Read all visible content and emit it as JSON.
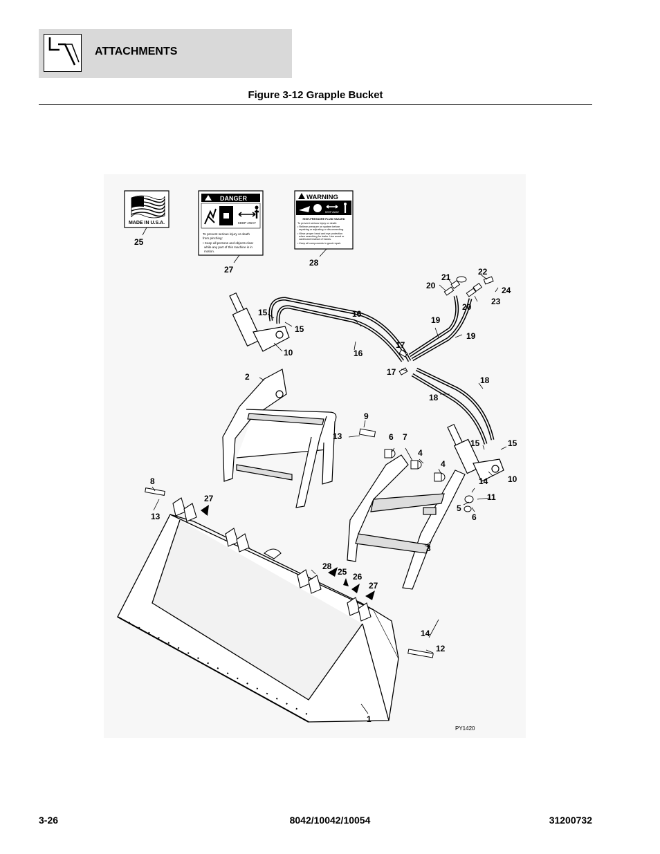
{
  "header": {
    "section_title": "ATTACHMENTS"
  },
  "figure": {
    "title": "Figure 3-12 Grapple Bucket",
    "ref_code": "PY1420",
    "decals": {
      "flag": {
        "text": "MADE IN U.S.A."
      },
      "danger": {
        "heading": "DANGER",
        "keep_away": "KEEP AWAY",
        "lines": [
          "To prevent serious injury or death",
          "from pinching:",
          "• Keep all persons and objects clear",
          "while any part of this machine is in",
          "motion."
        ]
      },
      "warning": {
        "heading": "WARNING",
        "keep_away": "KEEP AWAY",
        "subheading": "HIGH-PRESSURE FLUID HAZARD",
        "lines": [
          "To prevent serious injury or death:",
          "• Relieve pressure on system before",
          "repairing or adjusting or disconnecting.",
          "• Wear proper hand and eye protection",
          "when searching for leaks. Use wood or",
          "cardboard instead of hands.",
          "• Keep all components in good repair."
        ]
      }
    },
    "callouts": [
      "25",
      "27",
      "28",
      "22",
      "21",
      "20",
      "24",
      "23",
      "20",
      "15",
      "15",
      "16",
      "10",
      "19",
      "19",
      "16",
      "17",
      "17",
      "18",
      "18",
      "2",
      "9",
      "13",
      "6",
      "7",
      "4",
      "15",
      "15",
      "4",
      "10",
      "14",
      "11",
      "5",
      "6",
      "8",
      "27",
      "13",
      "3",
      "28",
      "25",
      "26",
      "27",
      "14",
      "12",
      "1"
    ]
  },
  "footer": {
    "page_number": "3-26",
    "model": "8042/10042/10054",
    "doc_number": "31200732"
  }
}
